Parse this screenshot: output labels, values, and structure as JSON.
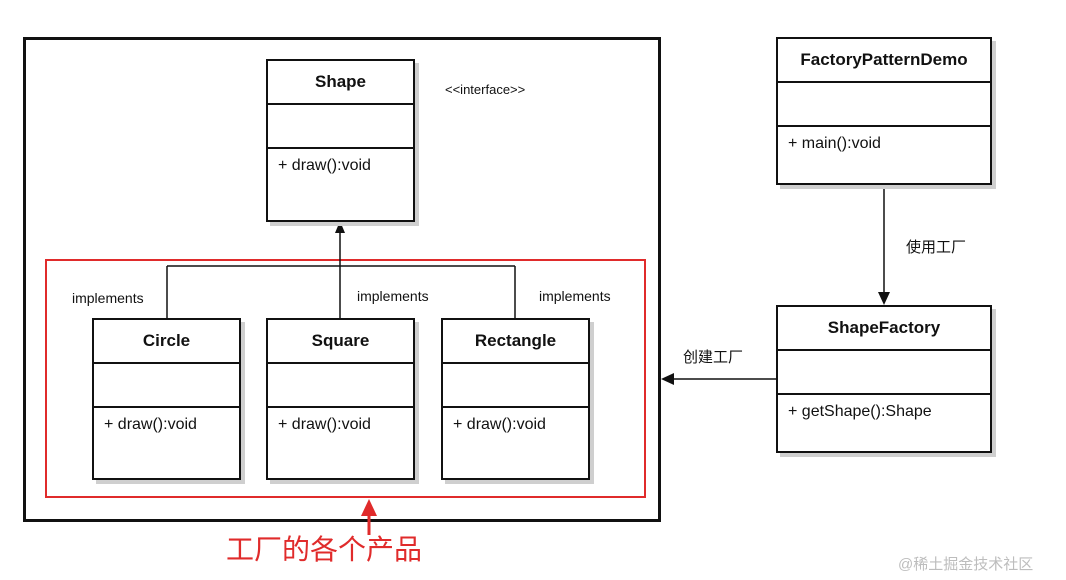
{
  "outer_box": {},
  "products_box": {},
  "shape": {
    "name": "Shape",
    "stereotype": "<<interface>>",
    "op": "+ draw():void"
  },
  "circle": {
    "name": "Circle",
    "op": "+ draw():void"
  },
  "square": {
    "name": "Square",
    "op": "+ draw():void"
  },
  "rectangle": {
    "name": "Rectangle",
    "op": "+ draw():void"
  },
  "factory_demo": {
    "name": "FactoryPatternDemo",
    "op": "+ main():void"
  },
  "shape_factory": {
    "name": "ShapeFactory",
    "op": "+ getShape():Shape"
  },
  "labels": {
    "implements_left": "implements",
    "implements_mid": "implements",
    "implements_right": "implements",
    "uses_factory": "使用工厂",
    "creates_factory": "创建工厂",
    "products_caption": "工厂的各个产品",
    "watermark": "@稀土掘金技术社区"
  },
  "colors": {
    "annotation_red": "#e02b2b",
    "line": "#111111"
  }
}
